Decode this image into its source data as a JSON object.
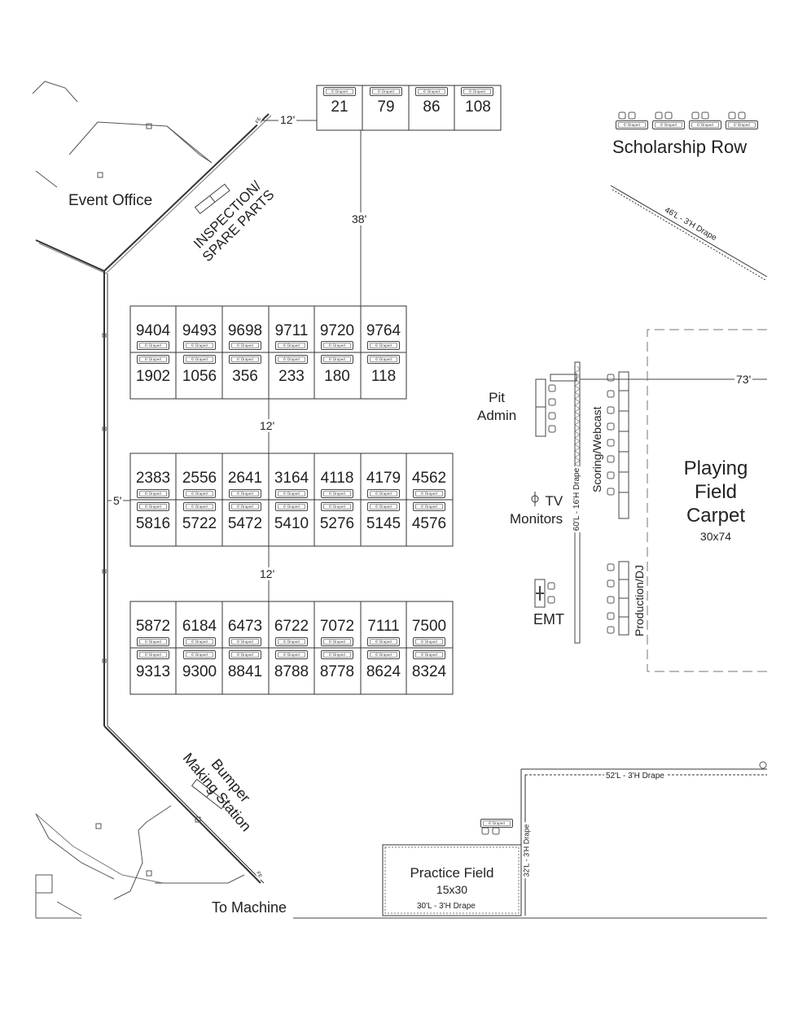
{
  "areas": {
    "event_office": "Event Office",
    "inspection": "INSPECTION/\nSPARE PARTS",
    "scholarship_row": "Scholarship Row",
    "pit_admin": "Pit\nAdmin",
    "tv_monitors": "TV\nMonitors",
    "emt": "EMT",
    "scoring_webcast": "Scoring/Webcast",
    "production_dj": "Production/DJ",
    "bumper_station": "Bumper\nMaking Station",
    "to_machine": "To Machine"
  },
  "playing_field": {
    "title_line1": "Playing",
    "title_line2": "Field",
    "title_line3": "Carpet",
    "size": "30x74"
  },
  "practice_field": {
    "title": "Practice Field",
    "size": "15x30"
  },
  "drapes": {
    "scholarship": "46'L - 3'H Drape",
    "main": "60'L - 16'H Drape",
    "practice_top": "52'L - 3'H Drape",
    "practice_side": "32'L - 3'H Drape",
    "practice_bottom": "30'L - 3'H Drape"
  },
  "dimensions": {
    "top_gap": "12'",
    "aisle_38": "38'",
    "field_73": "73'",
    "row_gap_1": "12'",
    "row_gap_2": "12'",
    "side_5": "5'"
  },
  "table_label": "6' Draped",
  "small_label_fe": "FE",
  "top_row": [
    "21",
    "79",
    "86",
    "108"
  ],
  "row1_top": [
    "9404",
    "9493",
    "9698",
    "9711",
    "9720",
    "9764"
  ],
  "row1_bottom": [
    "1902",
    "1056",
    "356",
    "233",
    "180",
    "118"
  ],
  "row2_top": [
    "2383",
    "2556",
    "2641",
    "3164",
    "4118",
    "4179",
    "4562"
  ],
  "row2_bottom": [
    "5816",
    "5722",
    "5472",
    "5410",
    "5276",
    "5145",
    "4576"
  ],
  "row3_top": [
    "5872",
    "6184",
    "6473",
    "6722",
    "7072",
    "7111",
    "7500"
  ],
  "row3_bottom": [
    "9313",
    "9300",
    "8841",
    "8788",
    "8778",
    "8624",
    "8324"
  ]
}
